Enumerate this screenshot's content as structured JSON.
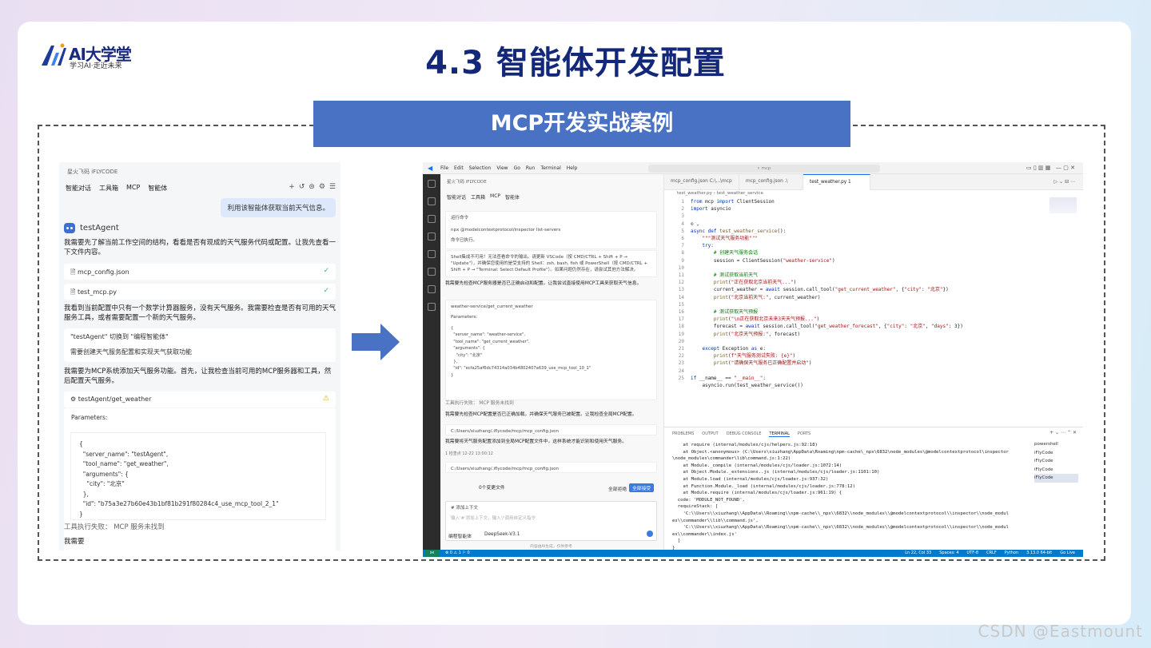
{
  "logo": {
    "title": "AI大学堂",
    "subtitle": "学习AI·走近未来"
  },
  "page_title": "4.3 智能体开发配置",
  "banner": "MCP开发实战案例",
  "watermark": "CSDN @Eastmount",
  "left_panel": {
    "title": "星火飞码 iFLYCODE",
    "tabs": [
      "智能对话",
      "工具箱",
      "MCP",
      "智能体"
    ],
    "user_message": "利用该智能体获取当前天气信息。",
    "agent_name": "testAgent",
    "msg1": "我需要先了解当前工作空间的结构，看看是否有现成的天气服务代码或配置。让我先查看一下文件内容。",
    "file1": "mcp_config.json",
    "file2": "test_mcp.py",
    "msg2": "我看到当前配置中只有一个数学计算器服务，没有天气服务。我需要检查是否有可用的天气服务工具，或者需要配置一个新的天气服务。",
    "switch_label": "\"testAgent\" 切换到 \"编程智能体\"",
    "switch_desc": "需要创建天气服务配置和实现天气获取功能",
    "msg3": "我需要为MCP系统添加天气服务功能。首先，让我检查当前可用的MCP服务器和工具，然后配置天气服务。",
    "tool_call": "testAgent/get_weather",
    "params_label": "Parameters:",
    "params_code": "{\n  \"server_name\": \"testAgent\",\n  \"tool_name\": \"get_weather\",\n  \"arguments\": {\n    \"city\": \"北京\"\n  },\n  \"id\": \"b75a3e27b60e43b1bf81b291f80284c4_use_mcp_tool_2_1\"\n}",
    "fail": "工具执行失败： MCP 服务未找到",
    "tail": "我需要"
  },
  "vscode": {
    "menu": [
      "File",
      "Edit",
      "Selection",
      "View",
      "Go",
      "Run",
      "Terminal",
      "Help"
    ],
    "search": "mcp",
    "side_title": "星火飞码 iFLYCODE",
    "side_tabs": [
      "智能对话",
      "工具箱",
      "MCP",
      "智能体"
    ],
    "run_cmd": "运行命令",
    "cmd": "npx @modelcontextprotocol/inspector list-servers",
    "cmd_done": "命令已执行。",
    "shell_warn": "Shell集成不可用！无法查看命令的输出。请更新 VSCode（按 CMD/CTRL + Shift + P → \"Update\"），并确保您使用的是受支持的 Shell：zsh, bash, fish 或 PowerShell（按 CMD/CTRL + Shift + P → \"Terminal: Select Default Profile\"）。如果问题仍然存在，请尝试其他方法解决。",
    "msg_a": "我需要先检查MCP服务器是否已正确启动和配置。让我尝试直接使用MCP工具来获取天气信息。",
    "tool": "weather-service/get_current_weather",
    "params_label": "Parameters:",
    "params_code": "{\n  \"server_name\": \"weather-service\",\n  \"tool_name\": \"get_current_weather\",\n  \"arguments\": {\n    \"city\": \"北京\"\n  },\n  \"id\": \"ecfa25af6dc74314a034b4802407a639_use_mcp_tool_10_1\"\n}",
    "fail": "工具执行失败： MCP 服务未找到",
    "msg_b": "我需要先检查MCP配置是否已正确加载，并确保天气服务已被配置。让我检查全局MCP配置。",
    "path1": "C:/Users/xiuzhang/.iflycode/mcp/mcp_config.json",
    "msg_c": "我需要将天气服务配置添加到全局MCP配置文件中，这样系统才能识别和使用天气服务。",
    "checkpoint": "1 检查点 12-22 13:00:12",
    "path2": "C:/Users/xiuzhang/.iflycode/mcp/mcp_config.json",
    "changes": "0个变更文件",
    "reject_all": "全部拒绝",
    "accept_all": "全部接受",
    "add_ctx": "# 添加上下文",
    "input_ph": "输入'#'添加上下文，输入'/'调用自定义指令",
    "agent_sel": "编程智能体",
    "model": "DeepSeek-V3.1",
    "footer": "内容由AI生成，仅供参考",
    "tabs": [
      {
        "label": "mcp_config.json C:\\...\\mcp"
      },
      {
        "label": "mcp_config.json .\\"
      },
      {
        "label": "test_weather.py 1"
      }
    ],
    "breadcrumb": "test_weather.py › test_weather_service",
    "panel_tabs": [
      "PROBLEMS",
      "OUTPUT",
      "DEBUG CONSOLE",
      "TERMINAL",
      "PORTS"
    ],
    "terminal_text": "    at require (internal/modules/cjs/helpers.js:92:18)\n    at Object.<anonymous> (C:\\Users\\xiuzhang\\AppData\\Roaming\\npm-cache\\_npx\\6832\\node_modules\\@modelcontextprotocol\\inspector\n\\node_modules\\commander\\lib\\command.js:1:22)\n    at Module._compile (internal/modules/cjs/loader.js:1072:14)\n    at Object.Module._extensions..js (internal/modules/cjs/loader.js:1101:10)\n    at Module.load (internal/modules/cjs/loader.js:937:32)\n    at Function.Module._load (internal/modules/cjs/loader.js:778:12)\n    at Module.require (internal/modules/cjs/loader.js:961:19) {\n  code: 'MODULE_NOT_FOUND',\n  requireStack: [\n    'C:\\\\Users\\\\xiuzhang\\\\AppData\\\\Roaming\\\\npm-cache\\\\_npx\\\\6832\\\\node_modules\\\\@modelcontextprotocol\\\\inspector\\\\node_modul\nes\\\\commander\\\\lib\\\\command.js',\n    'C:\\\\Users\\\\xiuzhang\\\\AppData\\\\Roaming\\\\npm-cache\\\\_npx\\\\6832\\\\node_modules\\\\@modelcontextprotocol\\\\inspector\\\\node_modul\nes\\\\commander\\\\index.js'\n  ]\n}\nPS C:\\Users\\xiuzhang\\Desktop\\mcp> ▯",
    "terminals": [
      "powershell",
      "iFlyCode",
      "iFlyCode",
      "iFlyCode",
      "iFlyCode"
    ],
    "status_left": "⊗ 0 ⚠ 1   ⚐ 0",
    "status_right": [
      "Ln 22, Col 33",
      "Spaces: 4",
      "UTF-8",
      "CRLF",
      "Python",
      "3.13.0 64-bit",
      "Go Live"
    ]
  }
}
